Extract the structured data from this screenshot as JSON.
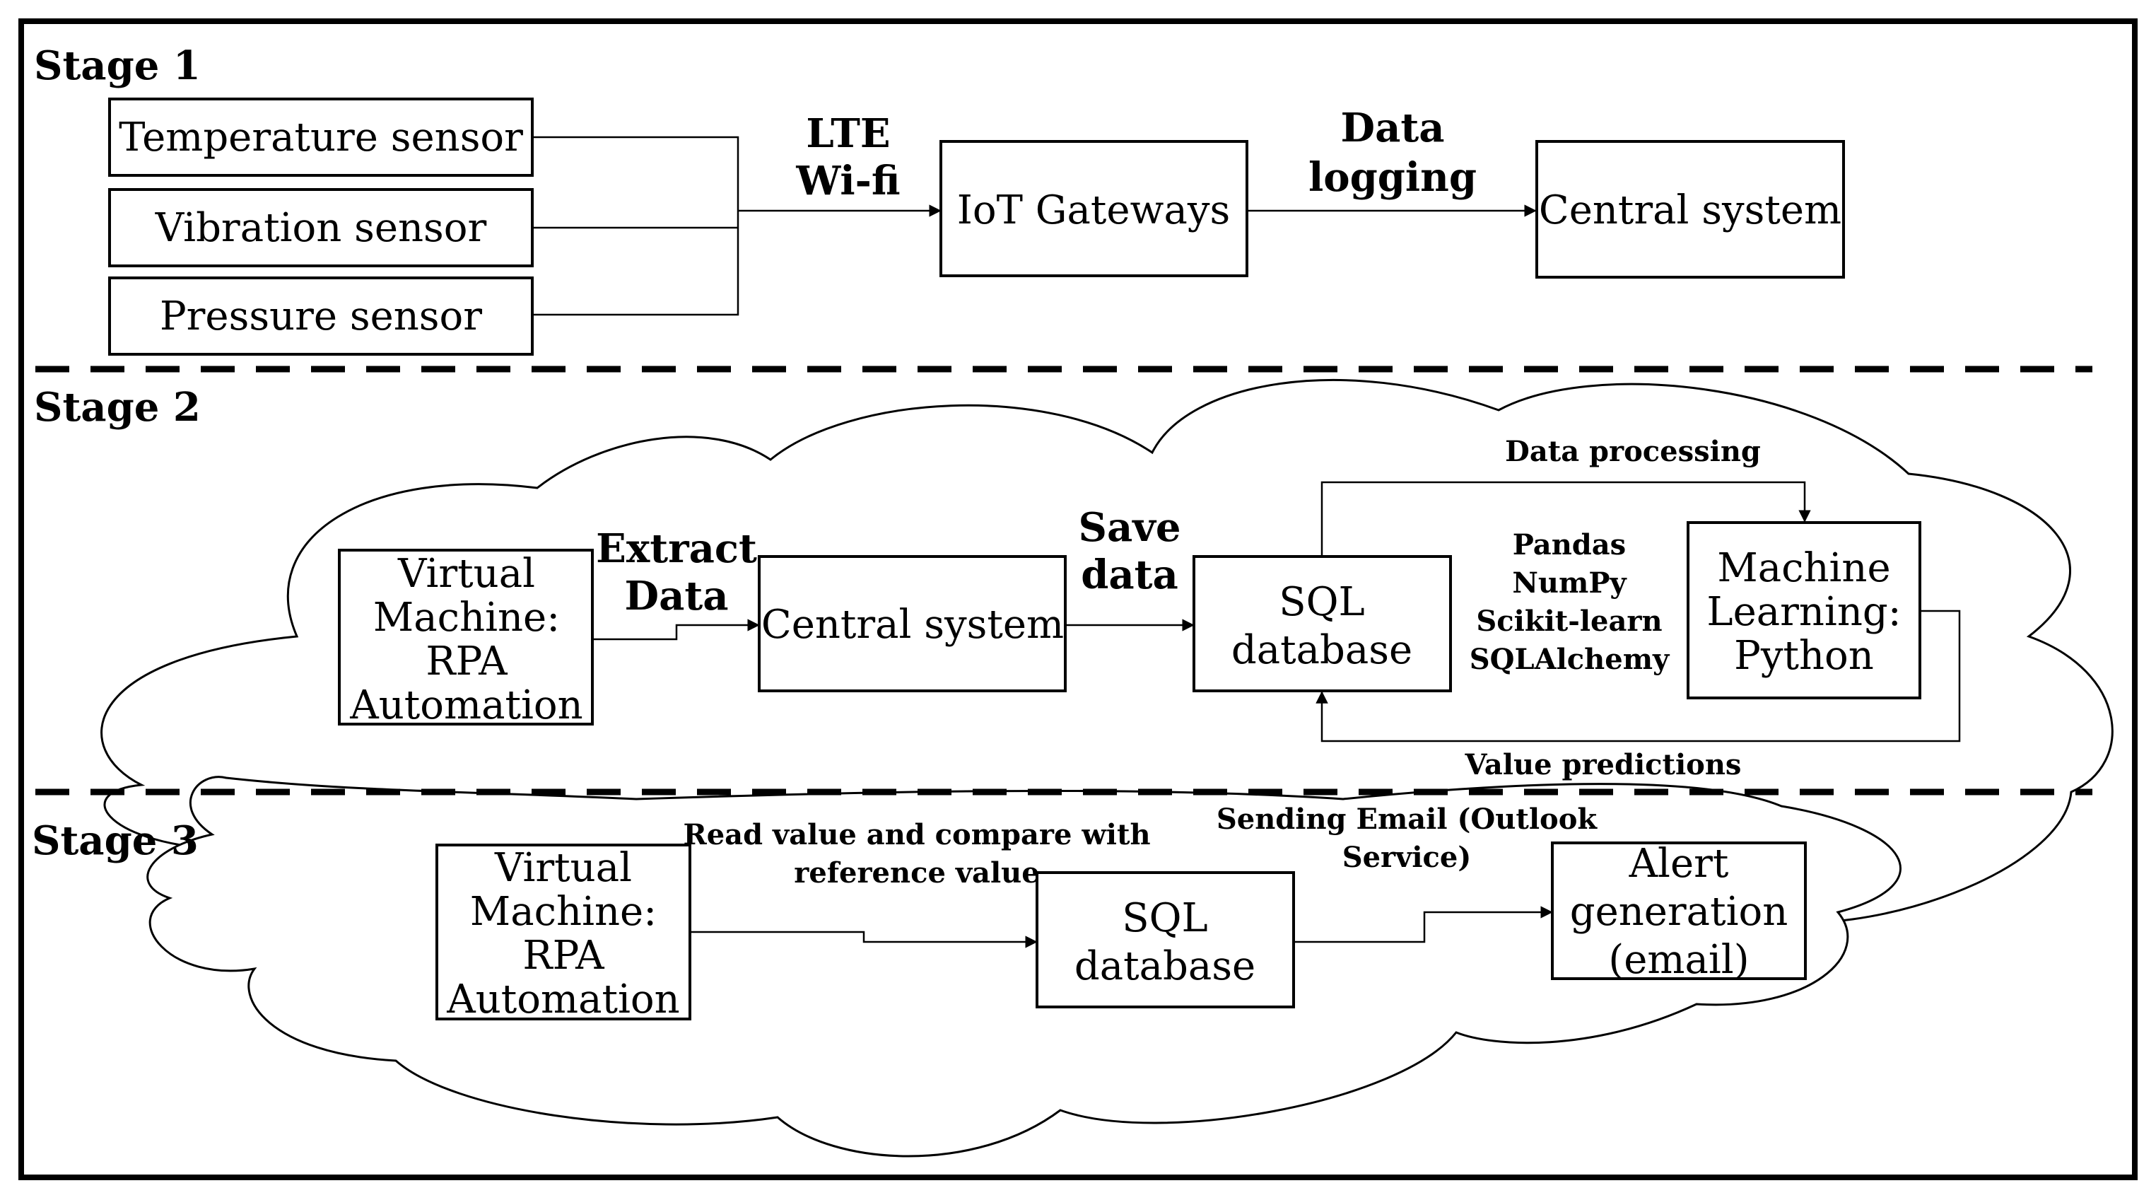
{
  "stages": {
    "stage1": "Stage 1",
    "stage2": "Stage 2",
    "stage3": "Stage 3"
  },
  "stage1": {
    "sensors": [
      "Temperature sensor",
      "Vibration sensor",
      "Pressure sensor"
    ],
    "link1": [
      "LTE",
      "Wi-fi"
    ],
    "gateway": "IoT Gateways",
    "link2": [
      "Data",
      "logging"
    ],
    "central": "Central system"
  },
  "stage2": {
    "vm": [
      "Virtual",
      "Machine:",
      "RPA",
      "Automation"
    ],
    "extract": [
      "Extract",
      "Data"
    ],
    "central": "Central system",
    "save": [
      "Save",
      "data"
    ],
    "sql": [
      "SQL",
      "database"
    ],
    "processing": "Data processing",
    "libs": [
      "Pandas",
      "NumPy",
      "Scikit-learn",
      "SQLAlchemy"
    ],
    "ml": [
      "Machine",
      "Learning:",
      "Python"
    ],
    "predictions": "Value predictions"
  },
  "stage3": {
    "vm": [
      "Virtual",
      "Machine:",
      "RPA",
      "Automation"
    ],
    "read": [
      "Read value and compare with",
      "reference value"
    ],
    "sql": [
      "SQL",
      "database"
    ],
    "sending": [
      "Sending Email (Outlook",
      "Service)"
    ],
    "alert": [
      "Alert",
      "generation",
      "(email)"
    ]
  }
}
